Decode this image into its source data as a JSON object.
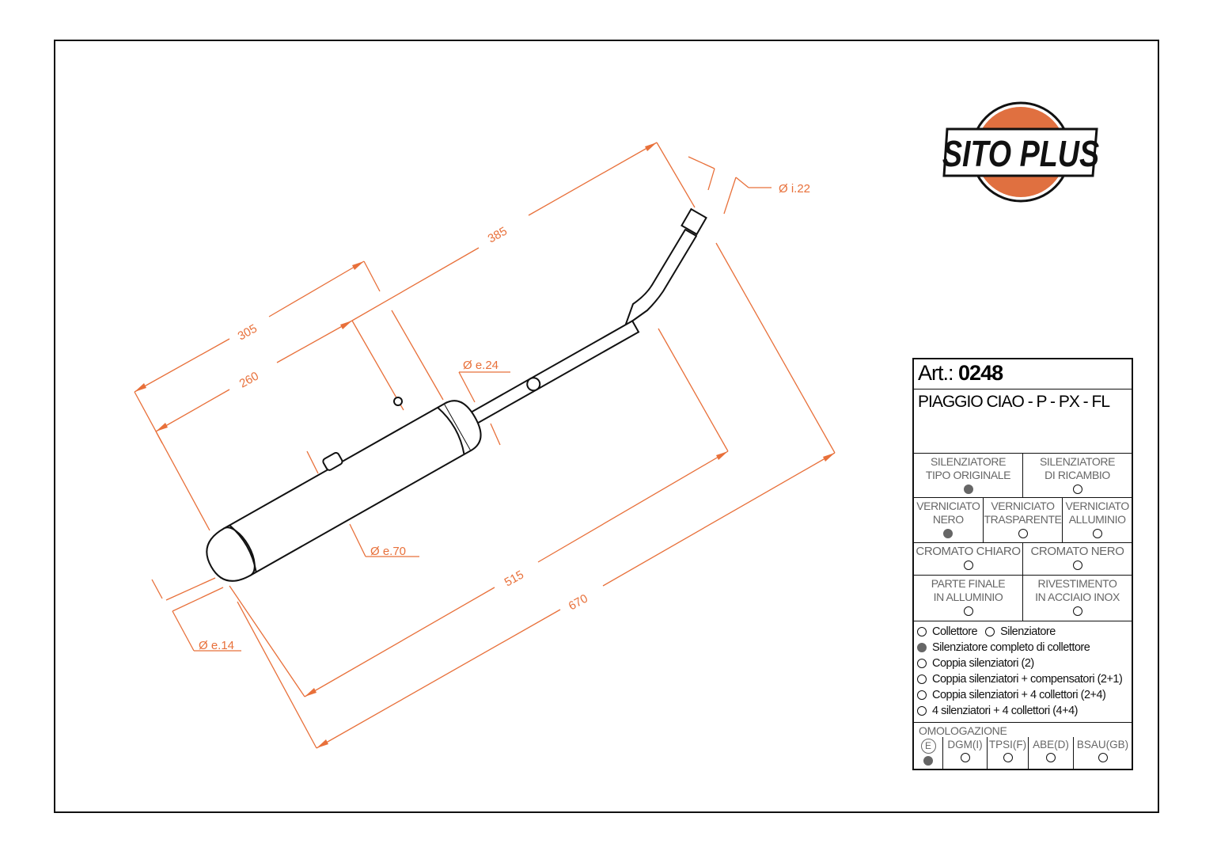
{
  "logo": {
    "text": "SITO PLUS",
    "colors": {
      "orange": "#e07040",
      "black": "#111111"
    }
  },
  "dimensions": {
    "d385": "385",
    "d305": "305",
    "d260": "260",
    "d515": "515",
    "d670": "670",
    "inlet": "Ø i.22",
    "pipe": "Ø e.24",
    "body": "Ø e.70",
    "tail": "Ø e.14"
  },
  "dimension_color": "#e8703a",
  "spec": {
    "art_label": "Art.:",
    "art_number": "0248",
    "model": "PIAGGIO CIAO - P - PX - FL",
    "type_options": [
      {
        "line1": "SILENZIATORE",
        "line2": "TIPO ORIGINALE",
        "selected": true
      },
      {
        "line1": "SILENZIATORE",
        "line2": "DI RICAMBIO",
        "selected": false
      }
    ],
    "paint_options": [
      {
        "line1": "VERNICIATO",
        "line2": "NERO",
        "selected": true
      },
      {
        "line1": "VERNICIATO",
        "line2": "TRASPARENTE",
        "selected": false
      },
      {
        "line1": "VERNICIATO",
        "line2": "ALLUMINIO",
        "selected": false
      }
    ],
    "chrome_options": [
      {
        "line1": "CROMATO CHIARO",
        "selected": false
      },
      {
        "line1": "CROMATO NERO",
        "selected": false
      }
    ],
    "finish_options": [
      {
        "line1": "PARTE FINALE",
        "line2": "IN ALLUMINIO",
        "selected": false
      },
      {
        "line1": "RIVESTIMENTO",
        "line2": "IN ACCIAIO INOX",
        "selected": false
      }
    ],
    "kit": {
      "collettore": "Collettore",
      "silenziatore": "Silenziatore",
      "items": [
        {
          "label": "Silenziatore completo di collettore",
          "selected": true
        },
        {
          "label": "Coppia silenziatori (2)",
          "selected": false
        },
        {
          "label": "Coppia silenziatori + compensatori (2+1)",
          "selected": false
        },
        {
          "label": "Coppia silenziatori + 4 collettori (2+4)",
          "selected": false
        },
        {
          "label": "4 silenziatori + 4 collettori (4+4)",
          "selected": false
        }
      ]
    },
    "homologation": {
      "title": "OMOLOGAZIONE",
      "items": [
        {
          "label": "E",
          "selected": true
        },
        {
          "label": "DGM(I)",
          "selected": false
        },
        {
          "label": "TPSI(F)",
          "selected": false
        },
        {
          "label": "ABE(D)",
          "selected": false
        },
        {
          "label": "BSAU(GB)",
          "selected": false
        }
      ]
    }
  }
}
